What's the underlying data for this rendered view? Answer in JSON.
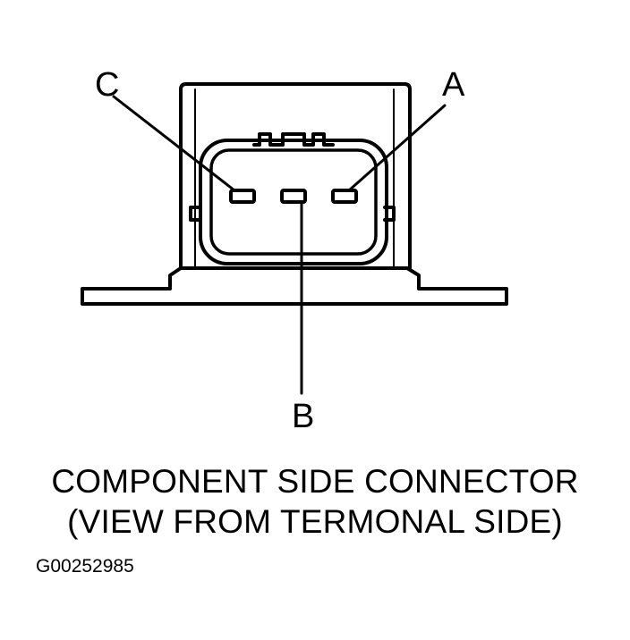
{
  "labels": {
    "pin_a": "A",
    "pin_b": "B",
    "pin_c": "C"
  },
  "caption": {
    "line1": "COMPONENT SIDE CONNECTOR",
    "line2": "(VIEW FROM TERMONAL SIDE)"
  },
  "figure_id": "G00252985",
  "colors": {
    "line": "#000000",
    "background": "#ffffff"
  }
}
